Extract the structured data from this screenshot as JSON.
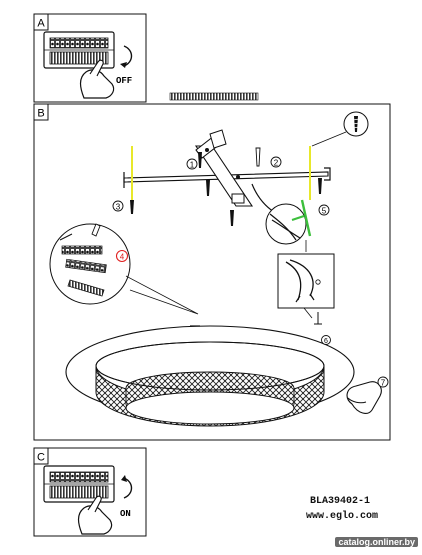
{
  "sections": [
    {
      "label": "A",
      "action_label": "OFF"
    },
    {
      "label": "B"
    },
    {
      "label": "C",
      "action_label": "ON"
    }
  ],
  "steps": [
    "1",
    "2",
    "3",
    "4",
    "5",
    "6",
    "7"
  ],
  "footer": {
    "model": "BLA39402-1",
    "website": "www.eglo.com"
  },
  "watermark": "catalog.onliner.by",
  "colors": {
    "line": "#111111",
    "wire_yellow": "#e8e82a",
    "wire_green": "#3cbf3c",
    "step_highlight": "#e02020"
  },
  "icons": [
    "switch-icon",
    "hand-icon",
    "screw-icon",
    "screwdriver-icon",
    "wire-icon",
    "arrow-icon"
  ]
}
